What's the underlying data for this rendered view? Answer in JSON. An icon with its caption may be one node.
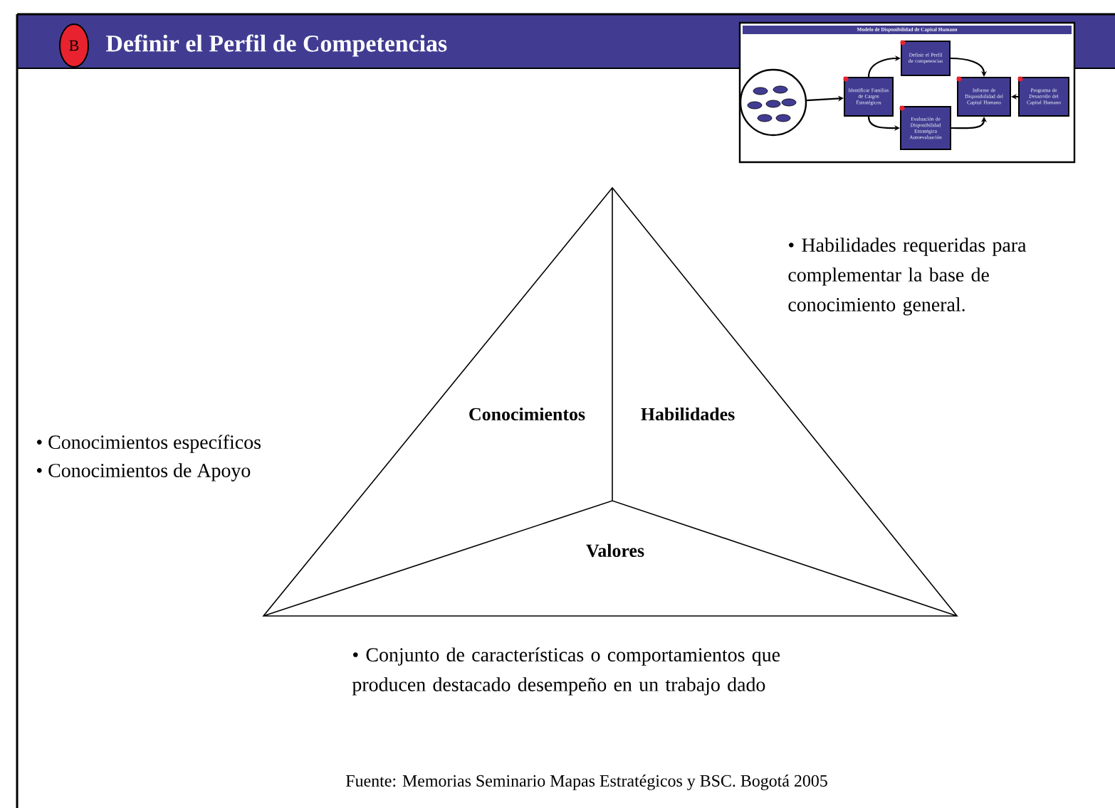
{
  "diagram": {
    "title": "Definir el Perfil de Competencias",
    "nodes": [
      {
        "text": [
          "B"
        ]
      },
      {
        "text": [
          "Modelo de Disponibilidad de Capital Humano"
        ]
      },
      {
        "text": [],
        "shape": "circle",
        "in": 1
      },
      {
        "text": [
          "Identificar Familias de Cargos Estratégicos"
        ],
        "in": 1
      },
      {
        "text": [
          "Definir el Perfil de competencias"
        ],
        "in": 1
      },
      {
        "text": [
          "Evaluación de Disponibilidad Estratégica Autoevaluación"
        ],
        "in": 1
      },
      {
        "text": [
          "Informe de Disponibilidad del Capital Humano"
        ],
        "in": 1
      },
      {
        "text": [
          "Programa de Desarrollo del Capital Humano"
        ],
        "in": 1
      }
    ],
    "edges": [
      {
        "from": 2,
        "to": 3,
        "arrow": "to"
      },
      {
        "from": 3,
        "to": 4,
        "arrow": "to"
      },
      {
        "from": 3,
        "to": 5,
        "arrow": "to"
      },
      {
        "from": 4,
        "to": 6,
        "arrow": "to"
      },
      {
        "from": 5,
        "to": 6,
        "arrow": "to"
      },
      {
        "from": 7,
        "to": 6,
        "arrow": "to"
      }
    ],
    "labels": [
      "Conocimientos",
      "Habilidades",
      "Valores",
      "• Habilidades requeridas para complementar la base de conocimiento general.",
      "• Conocimientos específicos",
      "• Conocimientos de Apoyo",
      "• Conjunto de características o comportamientos que producen destacado desempeño en un trabajo dado",
      "Fuente: Memorias Seminario Mapas Estratégicos y BSC. Bogotá 2005"
    ]
  }
}
